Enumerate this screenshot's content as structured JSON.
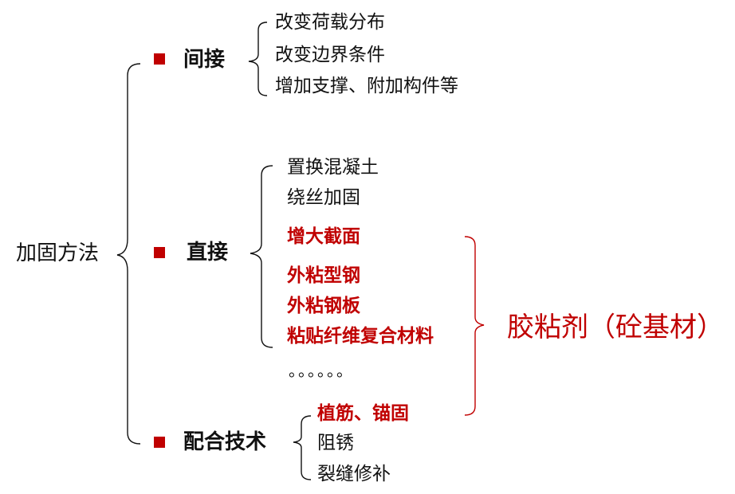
{
  "root": "加固方法",
  "colors": {
    "accent": "#c00000",
    "text": "#111111",
    "background": "#ffffff"
  },
  "categories": [
    {
      "label": "间接",
      "items": [
        "改变荷载分布",
        "改变边界条件",
        "增加支撑、附加构件等"
      ]
    },
    {
      "label": "直接",
      "items": [
        "置换混凝土",
        "绕丝加固",
        "增大截面",
        "外粘型钢",
        "外粘钢板",
        "粘贴纤维复合材料"
      ],
      "ellipsis": "。。。。。。"
    },
    {
      "label": "配合技术",
      "items": [
        "植筋、锚固",
        "阻锈",
        "裂缝修补"
      ]
    }
  ],
  "adhesive_label": "胶粘剂（砼基材）"
}
